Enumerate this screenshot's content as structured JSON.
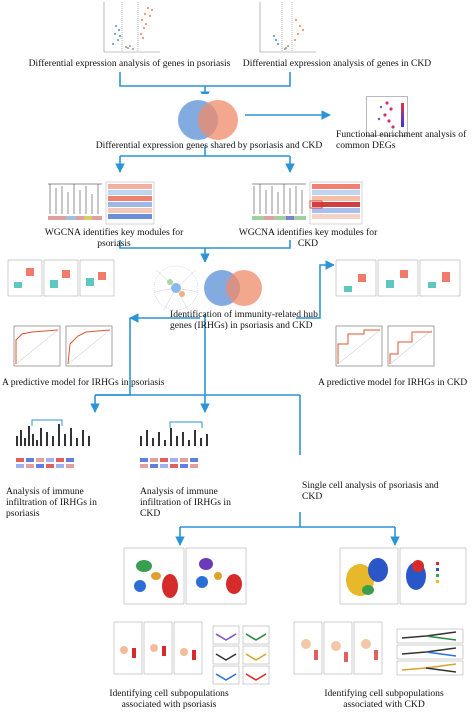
{
  "colors": {
    "arrow": "#2b94d6",
    "psoriasis": "#e24b3b",
    "ckd": "#3c7fc9",
    "overlap": "#8a5aa8"
  },
  "labels": {
    "dea_psoriasis": "Differential expression analysis of genes in psoriasis",
    "dea_ckd": "Differential expression analysis of genes in CKD",
    "shared_degs": "Differential expression genes shared by psoriasis and CKD",
    "functional_enrichment": "Functional enrichment analysis of common DEGs",
    "wgcna_psoriasis": "WGCNA identifies key modules for psoriasis",
    "wgcna_ckd": "WGCNA identifies key modules for CKD",
    "irhg_identification": "Identification of immunity-related hub genes (IRHGs) in psoriasis and CKD",
    "predictive_psoriasis": "A predictive model for IRHGs in psoriasis",
    "predictive_ckd": "A predictive model for IRHGs in CKD",
    "immune_psoriasis": "Analysis of immune infiltration of IRHGs  in psoriasis",
    "immune_ckd": "Analysis of immune infiltration of IRHGs in CKD",
    "single_cell": "Single cell analysis of psoriasis and CKD",
    "subpop_psoriasis": "Identifying cell subpopulations associated with psoriasis",
    "subpop_ckd": "Identifying cell subpopulations associated with CKD"
  }
}
